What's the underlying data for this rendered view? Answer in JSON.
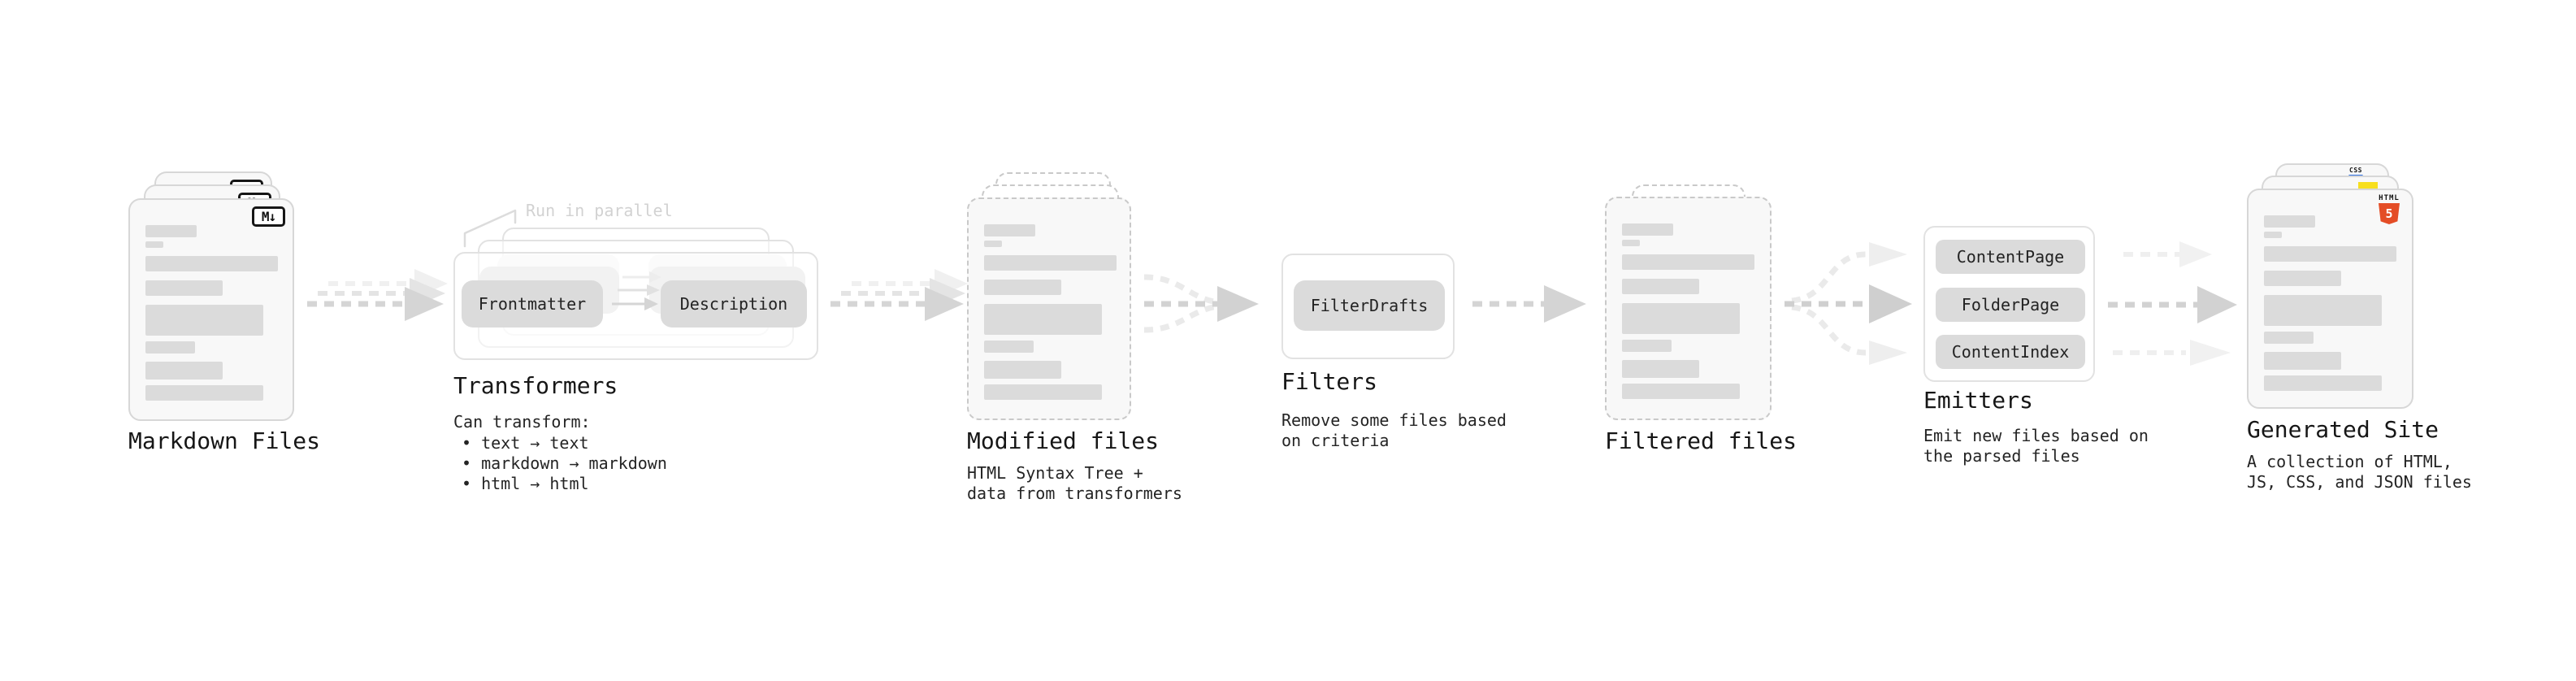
{
  "stages": {
    "markdown": {
      "label": "Markdown Files",
      "file_badge": "M↓"
    },
    "transformers": {
      "label": "Transformers",
      "annotation": "Run in parallel",
      "pill_left": "Frontmatter",
      "pill_right": "Description",
      "desc_heading": "Can transform:",
      "bullets": [
        "• text → text",
        "• markdown → markdown",
        "• html → html"
      ]
    },
    "modified": {
      "label": "Modified files",
      "desc": "HTML Syntax Tree +\ndata from transformers"
    },
    "filters": {
      "label": "Filters",
      "pill": "FilterDrafts",
      "desc": "Remove some files based\non criteria"
    },
    "filtered": {
      "label": "Filtered files"
    },
    "emitters": {
      "label": "Emitters",
      "pills": [
        "ContentPage",
        "FolderPage",
        "ContentIndex"
      ],
      "desc": "Emit new files based on\nthe parsed files"
    },
    "generated": {
      "label": "Generated Site",
      "desc": "A collection of HTML,\nJS, CSS, and JSON files",
      "html5_badge": {
        "word": "HTML",
        "number": "5"
      },
      "css_badge": "CSS"
    }
  },
  "colors": {
    "html5_orange": "#e44d26",
    "js_yellow": "#f7df1e",
    "css_blue": "#2d6fe0",
    "arrow_gray": "#d5d5d5",
    "arrow_light": "#eaeaea",
    "card_fill": "#f8f8f8",
    "card_border": "#d7d7d7",
    "pill_fill": "#dbdbdb"
  }
}
